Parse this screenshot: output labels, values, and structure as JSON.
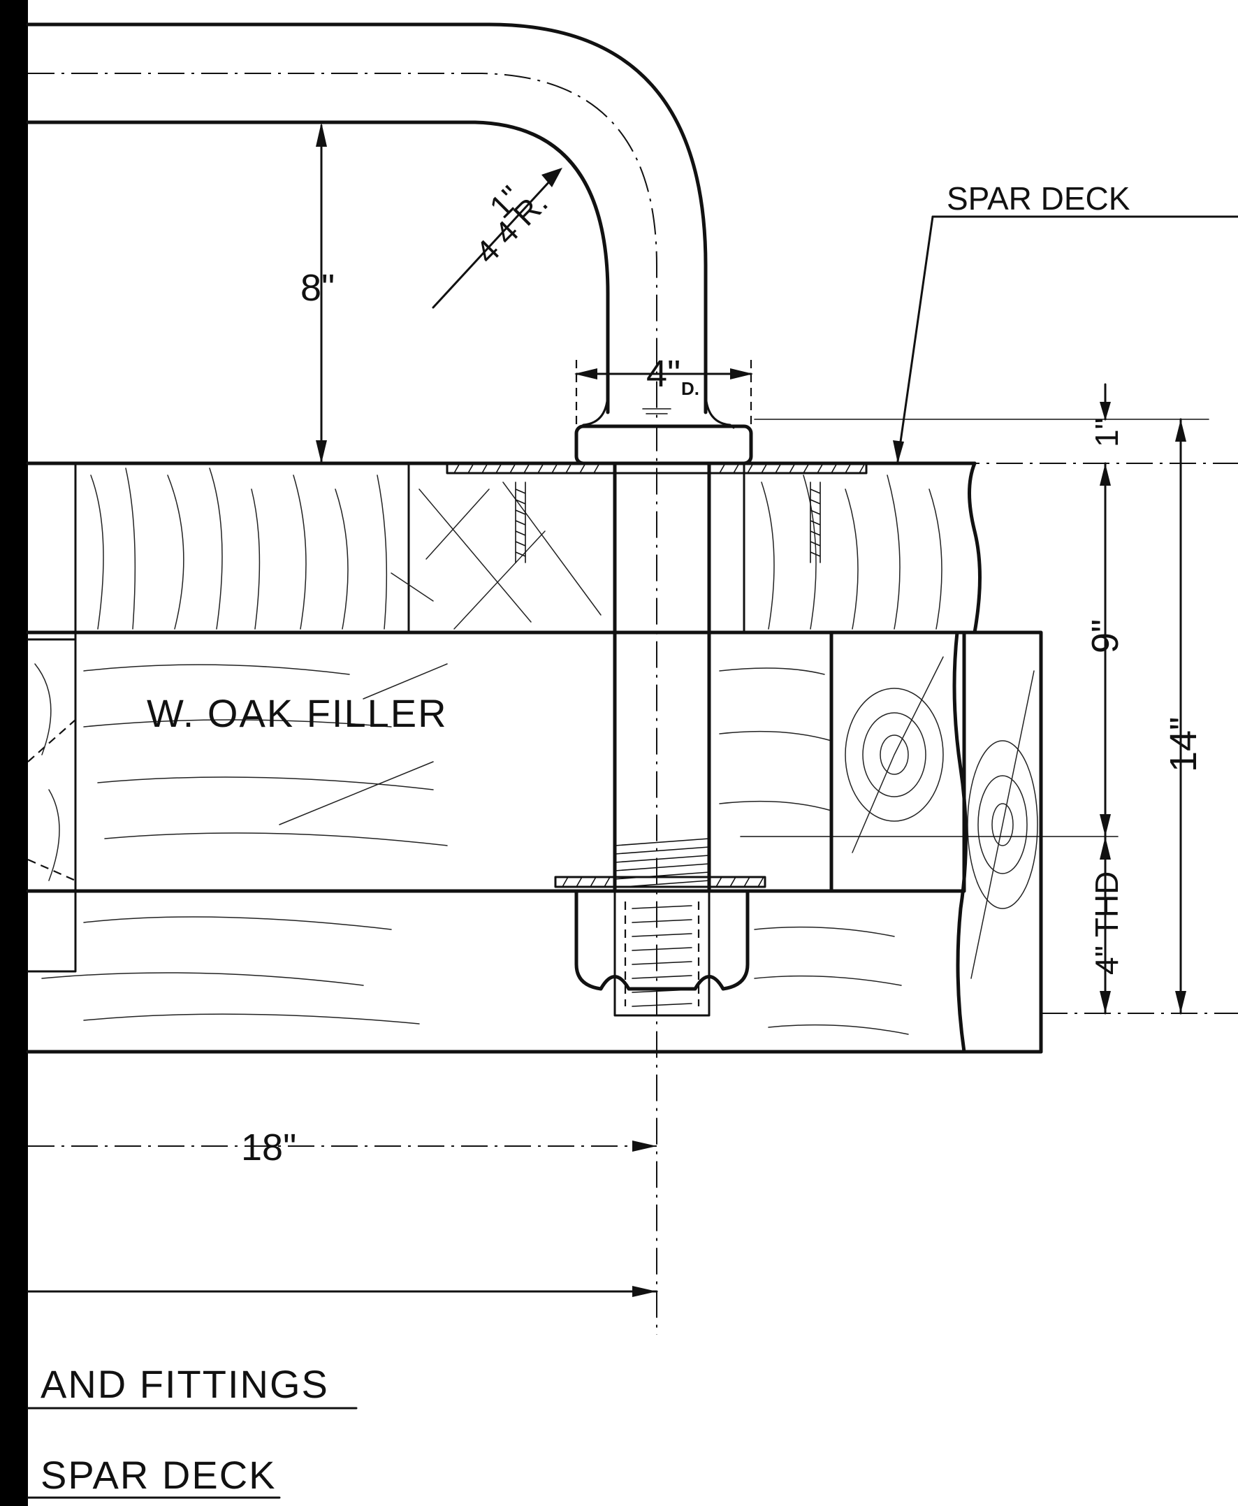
{
  "labels": {
    "spar_deck_leader": "SPAR DECK",
    "filler": "W. OAK FILLER",
    "dim_bend_height": "8\"",
    "dim_radius_frac": "1\"",
    "dim_radius": "4 4 R.",
    "dim_bar_dia": "4\"",
    "dim_bar_dia_unit": "D.",
    "dim_plate": "1\"",
    "dim_deck_thickness": "9\"",
    "dim_total": "14\"",
    "dim_thread": "4\" THD",
    "dim_half_span": "18\"",
    "title_line_1": "AND FITTINGS",
    "title_line_2": "SPAR DECK"
  },
  "colors": {
    "ink": "#111111",
    "paper": "#ffffff",
    "margin_bar": "#000000"
  }
}
